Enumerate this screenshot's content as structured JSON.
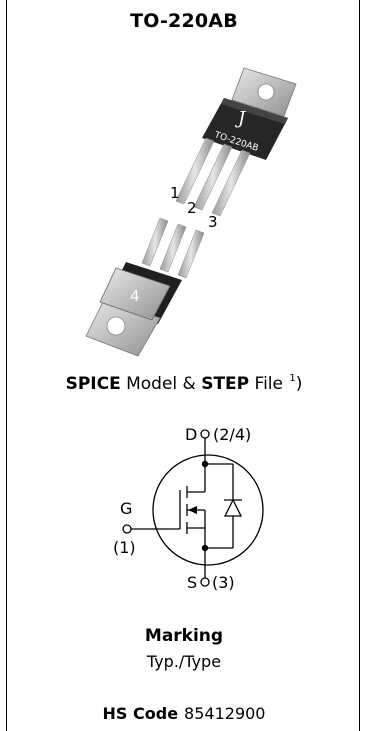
{
  "title": "TO-220AB",
  "package": {
    "body_label": "TO-220AB",
    "logo_glyph": "J",
    "pin_labels": [
      "1",
      "2",
      "3"
    ],
    "tab_label": "4"
  },
  "spice": {
    "bold1": "SPICE",
    "text1": " Model & ",
    "bold2": "STEP",
    "text2": " File ",
    "footnote": "1",
    "close": ")"
  },
  "schematic": {
    "drain_label": "D",
    "drain_pin": "(2/4)",
    "gate_label": "G",
    "gate_pin": "(1)",
    "source_label": "S",
    "source_pin": "(3)"
  },
  "marking": {
    "heading": "Marking",
    "type": "Typ./Type"
  },
  "hs_code": {
    "label": "HS Code",
    "value": "85412900"
  }
}
